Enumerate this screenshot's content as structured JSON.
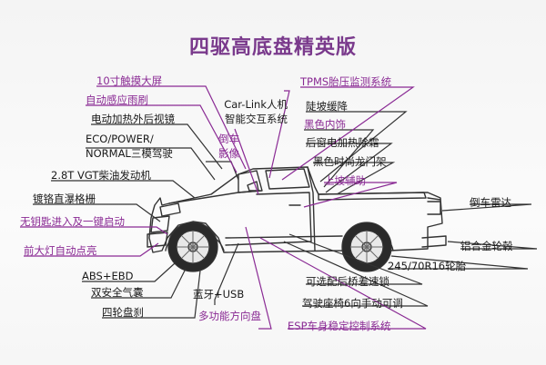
{
  "title": "四驱高底盘精英版",
  "colors": {
    "accent": "#8a2a94",
    "text": "#1a1a1a",
    "line": "#333333"
  },
  "features_left": [
    "10寸触摸大屏",
    "自动感应雨刷",
    "电动加热外后视镜",
    "ECO/POWER/",
    "NORMAL三模驾驶",
    "2.8T VGT柴油发动机",
    "镀铬直瀑格栅",
    "无钥匙进入及一键启动",
    "前大灯自动点亮",
    "ABS+EBD",
    "双安全气囊",
    "四轮盘刹"
  ],
  "features_center": [
    "Car-Link人机",
    "智能交互系统",
    "倒车",
    "影像",
    "蓝牙+USB",
    "多功能方向盘"
  ],
  "features_right": [
    "TPMS胎压监测系统",
    "陡坡缓降",
    "黑色内饰",
    "后窗电加热除霜",
    "黑色时尚龙门架",
    "上坡辅助",
    "倒车雷达",
    "铝合金轮毂",
    "245/70R16轮胎",
    "可选配后桥差速锁",
    "驾驶座椅6向手动可调",
    "ESP车身稳定控制系统"
  ]
}
